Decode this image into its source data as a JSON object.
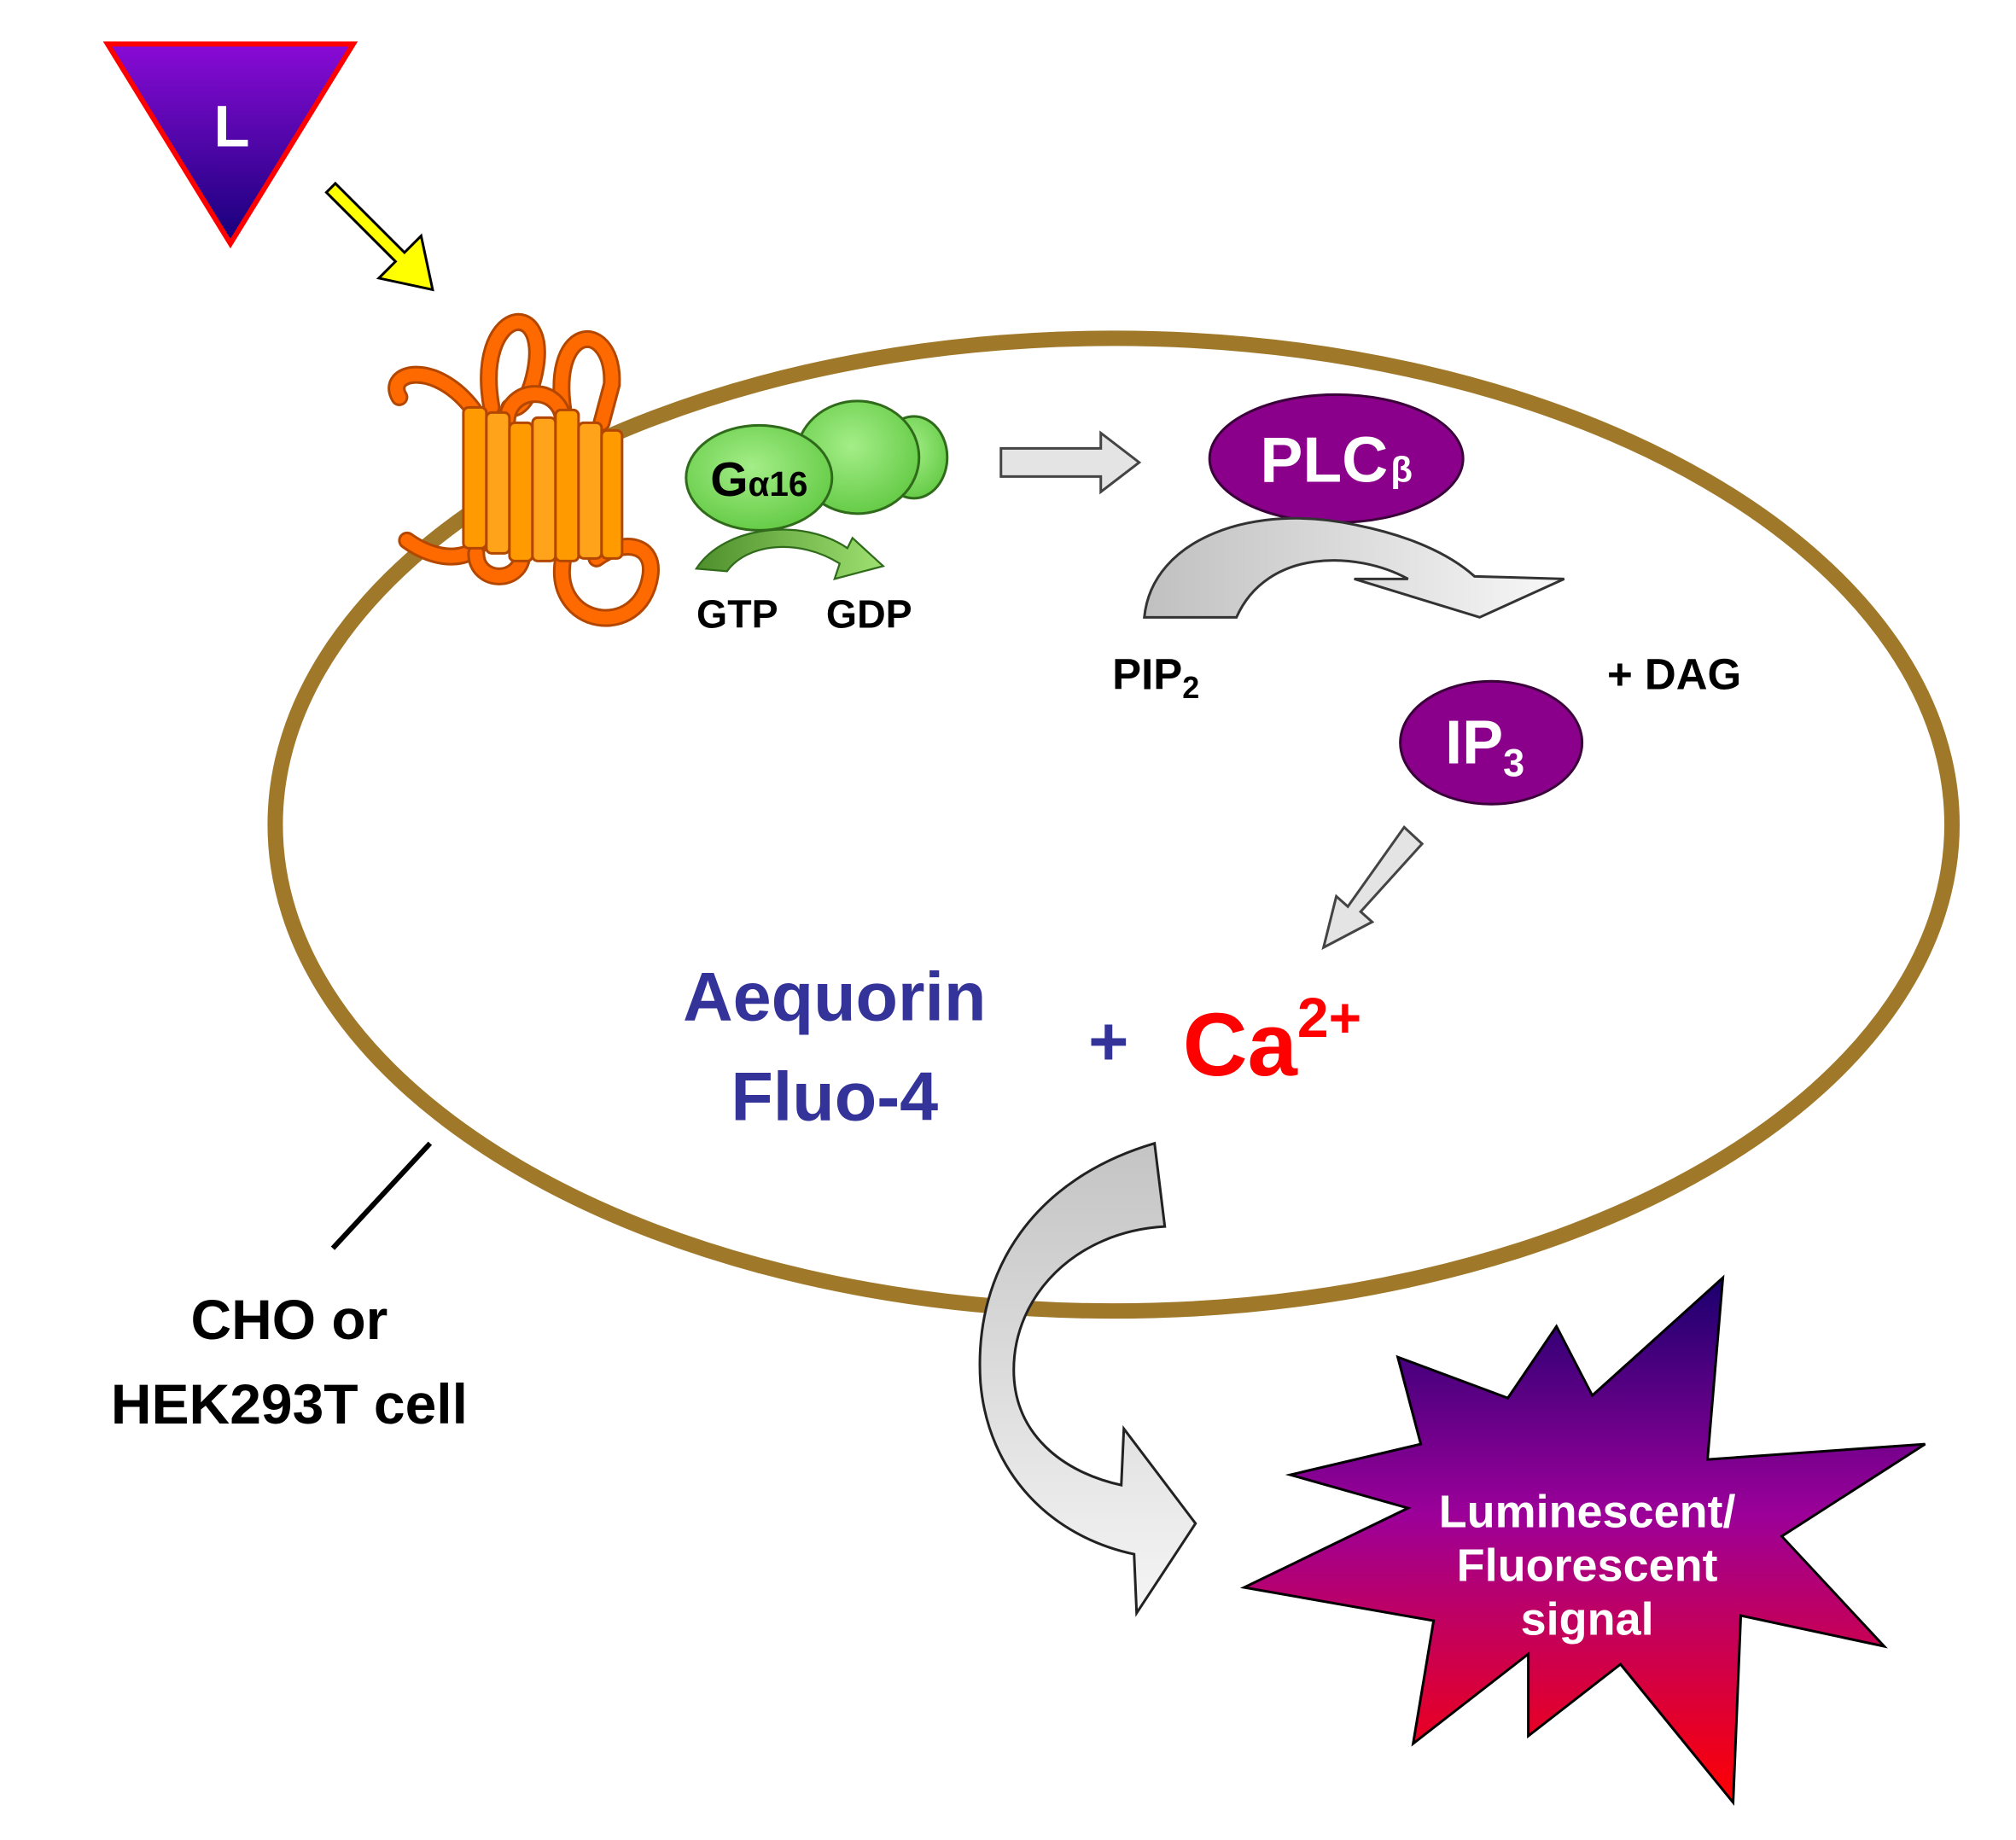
{
  "ligand": {
    "label": "L",
    "colors": {
      "top": "#8a0bd6",
      "bottom": "#15007a",
      "border": "#ff0000"
    }
  },
  "receptor": {
    "colors": {
      "loop": "#ff6a00",
      "helix": "#ff9a00",
      "outline": "#b34700"
    }
  },
  "g_protein": {
    "label_main": "G",
    "label_sub": "α16",
    "gtp": "GTP",
    "gdp": "GDP",
    "color": "#7fdc5c"
  },
  "plc": {
    "label_main": "PLC",
    "label_sub": "β",
    "color": "#8b008b"
  },
  "pip2": {
    "label_main": "PIP",
    "label_sub": "2"
  },
  "dag": {
    "label": "+ DAG"
  },
  "ip3": {
    "label_main": "IP",
    "label_sub": "3",
    "color": "#8b008b"
  },
  "indicators": {
    "line1": "Aequorin",
    "line2": "Fluo-4",
    "color": "#333399"
  },
  "plus": {
    "label": "+"
  },
  "calcium": {
    "label_main": "Ca",
    "label_sup": "2+",
    "color": "#ff0000"
  },
  "cell": {
    "label_line1": "CHO or",
    "label_line2": "HEK293T cell",
    "membrane_color": "#a0782a"
  },
  "signal": {
    "line1": "Luminescent/",
    "line2": "Fluorescent",
    "line3": "signal",
    "gradient_top": "#1a006e",
    "gradient_mid": "#9b0099",
    "gradient_bottom": "#ff0000"
  }
}
